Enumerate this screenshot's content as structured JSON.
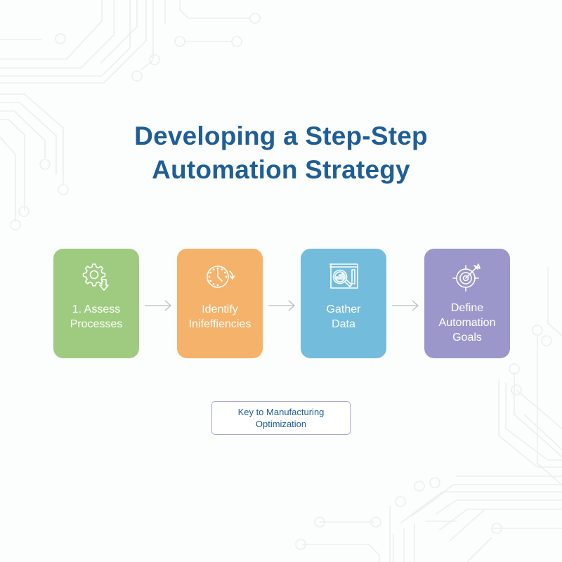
{
  "title": {
    "line1": "Developing a Step-Step",
    "line2": "Automation Strategy"
  },
  "steps": [
    {
      "icon": "gear-download-icon",
      "line1": "1. Assess",
      "line2": "Processes",
      "color": "#9fcb80"
    },
    {
      "icon": "clock-rotate-icon",
      "line1": "Identify",
      "line2": "Inifeffiencies",
      "color": "#f4b26a"
    },
    {
      "icon": "chart-magnifier-icon",
      "line1": "Gather",
      "line2": "Data",
      "color": "#74bcdc"
    },
    {
      "icon": "target-arrow-icon",
      "line1": "Define",
      "line2": "Automation",
      "line3": "Goals",
      "color": "#9b97cb"
    }
  ],
  "key_box": {
    "line1": "Key to Manufacturing",
    "line2": "Optimization"
  },
  "colors": {
    "title": "#1f5e96",
    "background": "#fcfdfd",
    "arrow": "#c4c6c8",
    "key_border": "#aaa8d6"
  }
}
